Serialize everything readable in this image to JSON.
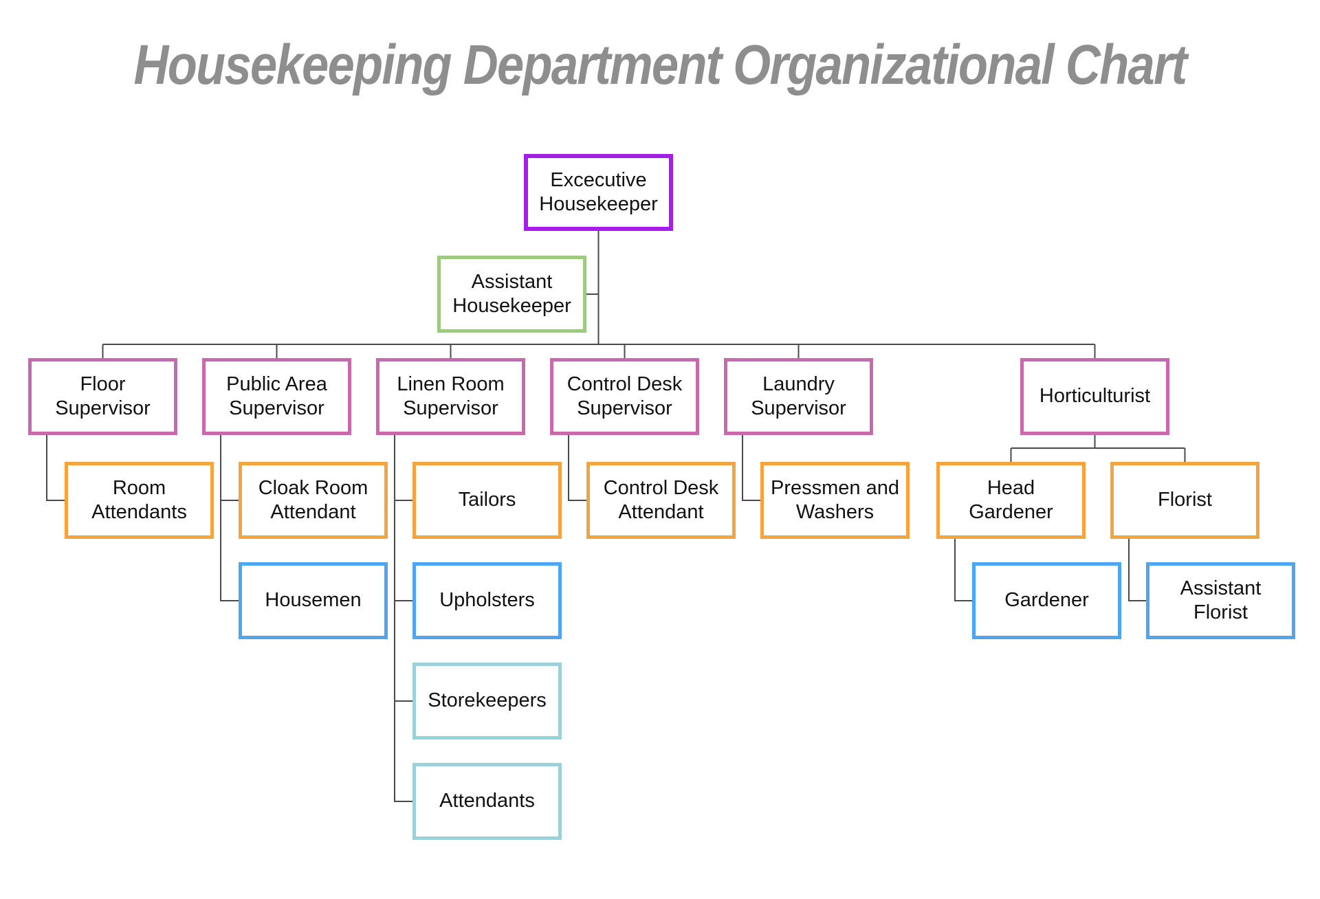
{
  "title": "Housekeeping Department Organizational Chart",
  "colors": {
    "executive": "#a41ee9",
    "assistant": "#9bcb7d",
    "supervisor": "#c968ac",
    "senior_staff": "#f4a43f",
    "staff": "#4ea6f0",
    "junior_staff": "#9ad2d9",
    "connector": "#4a4a4a",
    "title_text": "#8e8e8e"
  },
  "nodes": {
    "executive_housekeeper": {
      "label": "Excecutive\nHousekeeper",
      "reports_to": ""
    },
    "assistant_housekeeper": {
      "label": "Assistant\nHousekeeper",
      "reports_to": "Excecutive Housekeeper"
    },
    "floor_supervisor": {
      "label": "Floor\nSupervisor",
      "reports_to": "Excecutive Housekeeper"
    },
    "public_area_supervisor": {
      "label": "Public Area\nSupervisor",
      "reports_to": "Excecutive Housekeeper"
    },
    "linen_room_supervisor": {
      "label": "Linen Room\nSupervisor",
      "reports_to": "Excecutive Housekeeper"
    },
    "control_desk_supervisor": {
      "label": "Control Desk\nSupervisor",
      "reports_to": "Excecutive Housekeeper"
    },
    "laundry_supervisor": {
      "label": "Laundry\nSupervisor",
      "reports_to": "Excecutive Housekeeper"
    },
    "horticulturist": {
      "label": "Horticulturist",
      "reports_to": "Excecutive Housekeeper"
    },
    "room_attendants": {
      "label": "Room\nAttendants",
      "reports_to": "Floor Supervisor"
    },
    "cloak_room_attendant": {
      "label": "Cloak Room\nAttendant",
      "reports_to": "Public Area Supervisor"
    },
    "housemen": {
      "label": "Housemen",
      "reports_to": "Public Area Supervisor"
    },
    "tailors": {
      "label": "Tailors",
      "reports_to": "Linen Room Supervisor"
    },
    "upholsters": {
      "label": "Upholsters",
      "reports_to": "Linen Room Supervisor"
    },
    "storekeepers": {
      "label": "Storekeepers",
      "reports_to": "Linen Room Supervisor"
    },
    "attendants": {
      "label": "Attendants",
      "reports_to": "Linen Room Supervisor"
    },
    "control_desk_attendant": {
      "label": "Control Desk\nAttendant",
      "reports_to": "Control Desk Supervisor"
    },
    "pressmen_and_washers": {
      "label": "Pressmen and\nWashers",
      "reports_to": "Laundry Supervisor"
    },
    "head_gardener": {
      "label": "Head\nGardener",
      "reports_to": "Horticulturist"
    },
    "florist": {
      "label": "Florist",
      "reports_to": "Horticulturist"
    },
    "gardener": {
      "label": "Gardener",
      "reports_to": "Head Gardener"
    },
    "assistant_florist": {
      "label": "Assistant\nFlorist",
      "reports_to": "Florist"
    }
  }
}
